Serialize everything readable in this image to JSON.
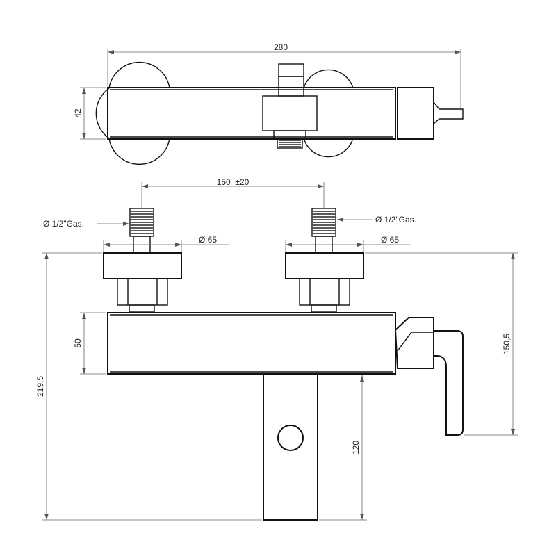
{
  "dimensions": {
    "overall_width": "280",
    "top_height": "42",
    "inlet_spacing": "150  ±20",
    "thread_left": "Ø 1/2\"Gas.",
    "thread_right": "Ø 1/2\"Gas.",
    "flange_left": "Ø 65",
    "flange_right": "Ø 65",
    "body_height": "50",
    "total_height": "219,5",
    "lever_height": "150,5",
    "spout_length": "120"
  },
  "colors": {
    "line": "#111111",
    "dimension_line": "#666666",
    "background": "#ffffff"
  }
}
